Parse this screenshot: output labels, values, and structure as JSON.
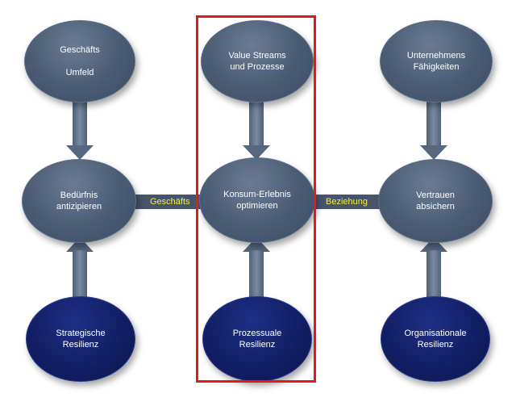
{
  "nodes": {
    "geschaefts_umfeld": {
      "line1": "Geschäfts",
      "line2": "Umfeld"
    },
    "value_streams": {
      "line1": "Value Streams",
      "line2": "und Prozesse"
    },
    "unternehmens": {
      "line1": "Unternehmens",
      "line2": "Fähigkeiten"
    },
    "beduerfnis": {
      "line1": "Bedürfnis",
      "line2": "antizipieren"
    },
    "konsum": {
      "line1": "Konsum-Erlebnis",
      "line2": "optimieren"
    },
    "vertrauen": {
      "line1": "Vertrauen",
      "line2": "absichern"
    },
    "strategische": {
      "line1": "Strategische",
      "line2": "Resilienz"
    },
    "prozessuale": {
      "line1": "Prozessuale",
      "line2": "Resilienz"
    },
    "organisationale": {
      "line1": "Organisationale",
      "line2": "Resilienz"
    }
  },
  "connectors": {
    "left_label": "Geschäfts",
    "right_label": "Beziehung"
  },
  "colors": {
    "gray_node": "#4a5b74",
    "navy_node": "#111e62",
    "connector_label": "#f5f03c",
    "highlight_border": "#e21a1a"
  }
}
